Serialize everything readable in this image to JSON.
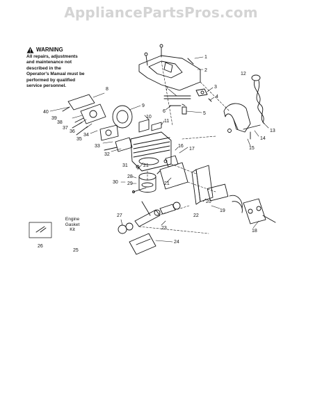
{
  "watermark": "AppliancePartsPros.com",
  "warning": {
    "heading": "WARNING",
    "body": "All repairs, adjustments and maintenance not described in the Operator's Manual must be performed by qualified service personnel.",
    "icon": "warning-triangle-icon"
  },
  "gasket_kit_label": "Engine Gasket Kit",
  "callouts": {
    "c1": "1",
    "c2": "2",
    "c3": "3",
    "c4": "4",
    "c5": "5",
    "c6": "6",
    "c7": "7",
    "c8": "8",
    "c9": "9",
    "c10": "10",
    "c11": "11",
    "c12": "12",
    "c13": "13",
    "c14": "14",
    "c15": "15",
    "c16": "16",
    "c17": "17",
    "c18": "18",
    "c19": "19",
    "c20": "20",
    "c21a": "21",
    "c21b": "21",
    "c22": "22",
    "c23": "23",
    "c24": "24",
    "c25": "25",
    "c26": "26",
    "c27": "27",
    "c28": "28",
    "c29": "29",
    "c30": "30",
    "c31": "31",
    "c32": "32",
    "c33": "33",
    "c34": "34",
    "c35": "35",
    "c36": "36",
    "c37": "37",
    "c38": "38",
    "c39": "39",
    "c40": "40"
  },
  "colors": {
    "line": "#111111",
    "watermark": "#d4d4d4",
    "background": "#ffffff"
  }
}
